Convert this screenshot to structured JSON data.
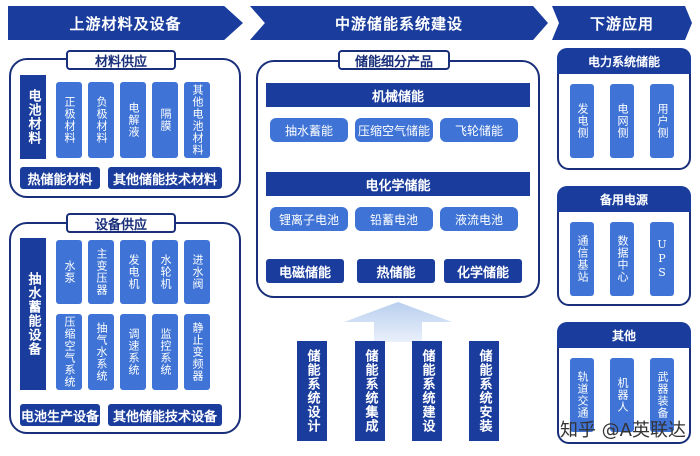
{
  "banners": {
    "upstream": "上游材料及设备",
    "midstream": "中游储能系统建设",
    "downstream": "下游应用"
  },
  "materials": {
    "title": "材料供应",
    "side_label": "电池材料",
    "items": [
      "正极材料",
      "负极材料",
      "电解液",
      "隔膜",
      "其他电池材料"
    ],
    "bottom": [
      "热储能材料",
      "其他储能技术材料"
    ]
  },
  "equipment": {
    "title": "设备供应",
    "side_label": "抽水蓄能设备",
    "row1": [
      "水泵",
      "主变压器",
      "发电机",
      "水轮机",
      "进水阀"
    ],
    "row2": [
      "压缩空气系统",
      "抽气水系统",
      "调速系统",
      "监控系统",
      "静止变频器"
    ],
    "bottom": [
      "电池生产设备",
      "其他储能技术设备"
    ]
  },
  "products": {
    "title": "储能细分产品",
    "mechanical": {
      "header": "机械储能",
      "items": [
        "抽水蓄能",
        "压缩空气储能",
        "飞轮储能"
      ]
    },
    "electrochemical": {
      "header": "电化学储能",
      "items": [
        "锂离子电池",
        "铅蓄电池",
        "液流电池"
      ]
    },
    "others": [
      "电磁储能",
      "热储能",
      "化学储能"
    ]
  },
  "construction": [
    "储能系统设计",
    "储能系统集成",
    "储能系统建设",
    "储能系统安装"
  ],
  "downstream": {
    "power": {
      "title": "电力系统储能",
      "items": [
        "发电侧",
        "电网侧",
        "用户侧"
      ]
    },
    "backup": {
      "title": "备用电源",
      "items": [
        "通信基站",
        "数据中心",
        "UPS"
      ]
    },
    "other": {
      "title": "其他",
      "items": [
        "轨道交通",
        "机器人",
        "武器装备"
      ]
    }
  },
  "watermark": "知乎 @A英联达",
  "colors": {
    "dark": "#1a3c9c",
    "light": "#3f74d6",
    "border": "#1a2f7a"
  }
}
